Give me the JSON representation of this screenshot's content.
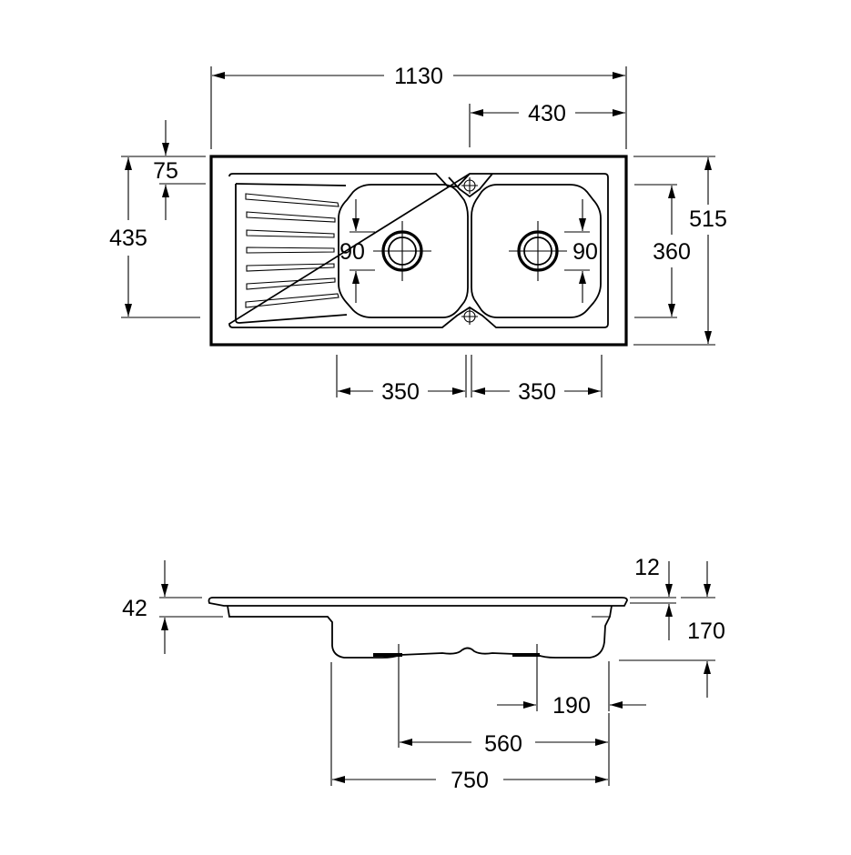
{
  "plan_view": {
    "dims": {
      "overall_width": "1130",
      "bowl_tap_width": "430",
      "top_offset": "75",
      "left_height": "435",
      "overall_depth": "515",
      "bowl_depth": "360",
      "left_waste_dia": "90",
      "right_waste_dia": "90",
      "left_bowl_width": "350",
      "right_bowl_width": "350"
    }
  },
  "side_view": {
    "dims": {
      "rim_height": "42",
      "rim_thickness": "12",
      "bowl_height": "170",
      "waste_offset": "190",
      "waste_spacing": "560",
      "bowl_span": "750"
    }
  },
  "colors": {
    "line": "#000000",
    "background": "#ffffff"
  }
}
